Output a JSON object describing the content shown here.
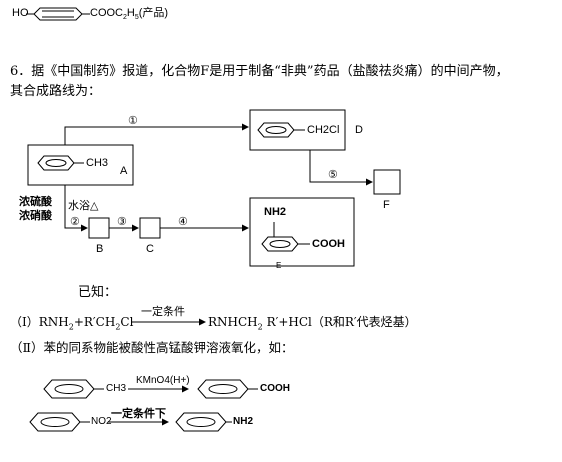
{
  "top_formula": {
    "prefix": "HO",
    "suffix": "COOC",
    "sub2": "2",
    "h": "H",
    "sub5": "5",
    "note": "(产品)"
  },
  "question": {
    "line1": "6．据《中国制药》报道，化合物F是用于制备“非典”药品（盐酸祛炎痛）的中间产物，",
    "line2": "其合成路线为："
  },
  "scheme": {
    "A_sub": "CH3",
    "A_label": "A",
    "D_sub": "CH2Cl",
    "D_label": "D",
    "E_sub_top": "NH2",
    "E_sub_right": "COOH",
    "E_label": "E",
    "F_label": "F",
    "B_label": "B",
    "C_label": "C",
    "reagent1": "浓硫酸",
    "reagent2": "浓硝酸",
    "water_bath": "水浴△",
    "step1": "①",
    "step2": "②",
    "step3": "③",
    "step4": "④",
    "step5": "⑤"
  },
  "known": {
    "title": "已知：",
    "i_label": "（Ⅰ）RNH",
    "i_sub2": "2",
    "i_rest": "+R′CH",
    "i_sub2b": "2",
    "i_cl": "Cl",
    "i_condition": "一定条件",
    "i_product": "RNHCH",
    "i_product_sub": "2",
    "i_product_rest": " R′+HCl（R和R′代表烃基）",
    "ii_text": "（Ⅱ）苯的同系物能被酸性高锰酸钾溶液氧化，如：",
    "ex1_sub": "CH3",
    "ex1_reagent": "KMnO4(H+)",
    "ex1_product": "COOH",
    "ex2_sub": "NO2",
    "ex2_condition": "一定条件下",
    "ex2_product": "NH2"
  }
}
